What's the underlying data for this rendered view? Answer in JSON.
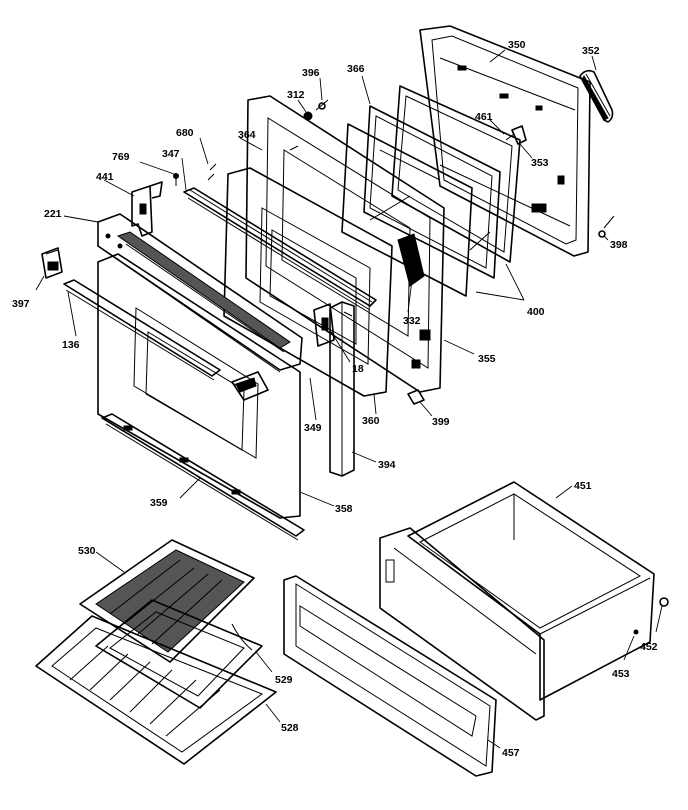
{
  "diagram": {
    "callouts": [
      {
        "id": "c350",
        "text": "350"
      },
      {
        "id": "c352",
        "text": "352"
      },
      {
        "id": "c396",
        "text": "396"
      },
      {
        "id": "c366",
        "text": "366"
      },
      {
        "id": "c312",
        "text": "312"
      },
      {
        "id": "c461",
        "text": "461"
      },
      {
        "id": "c353",
        "text": "353"
      },
      {
        "id": "c680",
        "text": "680"
      },
      {
        "id": "c364",
        "text": "364"
      },
      {
        "id": "c347",
        "text": "347"
      },
      {
        "id": "c769",
        "text": "769"
      },
      {
        "id": "c441",
        "text": "441"
      },
      {
        "id": "c221",
        "text": "221"
      },
      {
        "id": "c398",
        "text": "398"
      },
      {
        "id": "c397",
        "text": "397"
      },
      {
        "id": "c400",
        "text": "400"
      },
      {
        "id": "c332",
        "text": "332"
      },
      {
        "id": "c136",
        "text": "136"
      },
      {
        "id": "c18",
        "text": "18"
      },
      {
        "id": "c355",
        "text": "355"
      },
      {
        "id": "c349",
        "text": "349"
      },
      {
        "id": "c360",
        "text": "360"
      },
      {
        "id": "c399",
        "text": "399"
      },
      {
        "id": "c394",
        "text": "394"
      },
      {
        "id": "c451",
        "text": "451"
      },
      {
        "id": "c359",
        "text": "359"
      },
      {
        "id": "c358",
        "text": "358"
      },
      {
        "id": "c530",
        "text": "530"
      },
      {
        "id": "c452",
        "text": "452"
      },
      {
        "id": "c453",
        "text": "453"
      },
      {
        "id": "c529",
        "text": "529"
      },
      {
        "id": "c528",
        "text": "528"
      },
      {
        "id": "c457",
        "text": "457"
      }
    ]
  }
}
